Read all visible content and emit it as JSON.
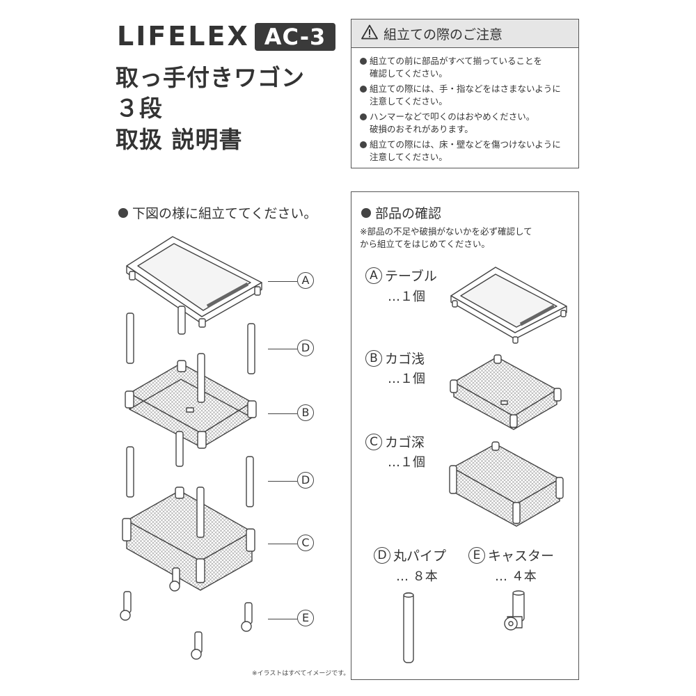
{
  "header": {
    "brand": "LIFELEX",
    "model": "AC-3",
    "title_lines": [
      "取っ手付きワゴン",
      "３段",
      "取扱 説明書"
    ]
  },
  "caution": {
    "title": "組立ての際のご注意",
    "items": [
      [
        "組立ての前に部品がすべて揃っていることを",
        "確認してください。"
      ],
      [
        "組立ての際には、手・指などをはさまないように",
        "注意してください。"
      ],
      [
        "ハンマーなどで叩くのはおやめください。",
        "破損のおそれがあります。"
      ],
      [
        "組立ての際には、床・壁などを傷つけないように",
        "注意してください。"
      ]
    ]
  },
  "assembly": {
    "heading": "下図の様に組立ててください。",
    "labels": [
      "A",
      "D",
      "B",
      "D",
      "C",
      "E"
    ]
  },
  "parts": {
    "heading": "部品の確認",
    "note": [
      "※部品の不足や破損がないかを必ず確認して",
      "から組立てをはじめてください。"
    ],
    "items": [
      {
        "letter": "A",
        "name": "テーブル",
        "qty": "…１個"
      },
      {
        "letter": "B",
        "name": "カゴ浅",
        "qty": "…１個"
      },
      {
        "letter": "C",
        "name": "カゴ深",
        "qty": "…１個"
      },
      {
        "letter": "D",
        "name": "丸パイプ",
        "qty": "… ８本"
      },
      {
        "letter": "E",
        "name": "キャスター",
        "qty": "… ４本"
      }
    ]
  },
  "footnote": "※イラストはすべてイメージです。",
  "icons": {
    "caution": "warning-triangle-icon"
  },
  "colors": {
    "text": "#333333",
    "notice_header_bg": "#e6e6e6",
    "model_bg": "#3a3a3a"
  }
}
